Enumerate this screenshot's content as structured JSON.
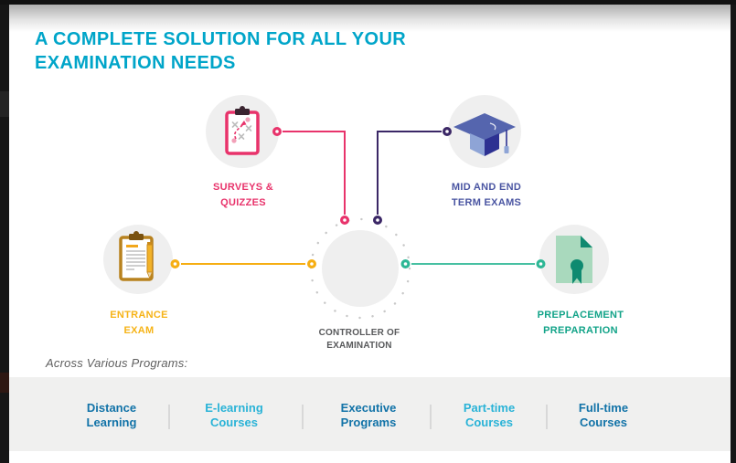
{
  "page": {
    "title": "A COMPLETE SOLUTION FOR ALL YOUR\nEXAMINATION NEEDS",
    "title_color": "#00a5c9",
    "across_programs_label": "Across Various Programs:"
  },
  "theme": {
    "circle_bg": "#efefef",
    "dotted_ring_color": "#c8c8c8",
    "band_bg": "#f0f0ef"
  },
  "nodes": {
    "surveys": {
      "label": "SURVEYS &\nQUIZZES",
      "accent": "#e8336b",
      "icon": "clipboard-strategy-icon"
    },
    "midterm": {
      "label": "MID AND END\nTERM EXAMS",
      "text_color": "#4a55a2",
      "line_color": "#3b2766",
      "icon": "graduation-cap-icon"
    },
    "entrance": {
      "label": "ENTRANCE\nEXAM",
      "accent": "#f6b316",
      "line_color": "#f6ae13",
      "icon": "clipboard-pencil-icon"
    },
    "preplacement": {
      "label": "PREPLACEMENT\nPREPARATION",
      "accent": "#12a388",
      "line_color": "#2db795",
      "icon": "certificate-icon"
    },
    "controller": {
      "label": "CONTROLLER OF\nEXAMINATION",
      "text_color": "#58595b",
      "icon": "examiner-avatar-icon"
    }
  },
  "programs": {
    "items": [
      {
        "label": "Distance\nLearning",
        "color": "#1273a8"
      },
      {
        "label": "E-learning\nCourses",
        "color": "#2ab3d7"
      },
      {
        "label": "Executive\nPrograms",
        "color": "#1273a8"
      },
      {
        "label": "Part-time\nCourses",
        "color": "#2ab3d7"
      },
      {
        "label": "Full-time\nCourses",
        "color": "#1273a8"
      }
    ]
  }
}
